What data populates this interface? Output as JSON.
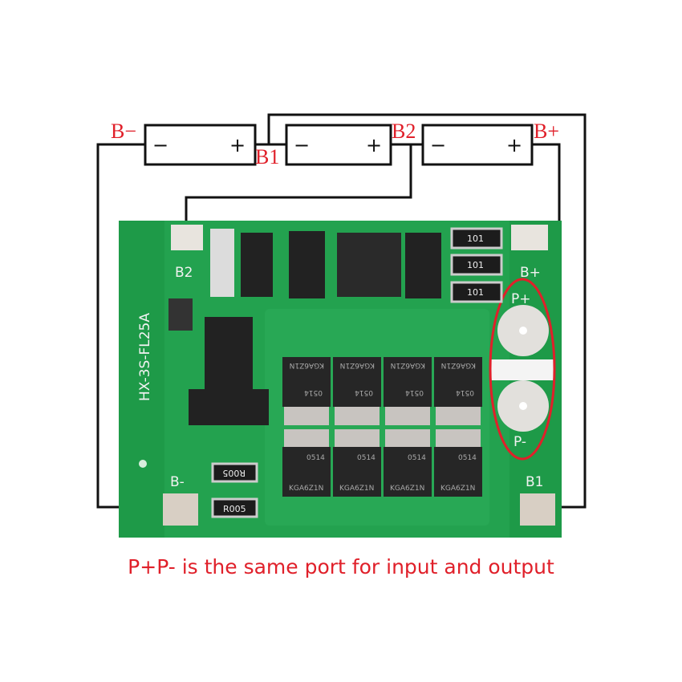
{
  "batteries": [
    {
      "neg": "−",
      "pos": "+"
    },
    {
      "neg": "−",
      "pos": "+"
    },
    {
      "neg": "−",
      "pos": "+"
    }
  ],
  "wire_labels": {
    "b_minus": "B−",
    "b1": "B1",
    "b2": "B2",
    "b_plus": "B+"
  },
  "board": {
    "model": "HX-3S-FL25A",
    "pads": {
      "b2": "B2",
      "b_plus": "B+",
      "p_plus": "P+",
      "p_minus": "P-",
      "b_minus": "B-",
      "b1": "B1"
    },
    "resistor_codes": [
      "101",
      "101",
      "101"
    ],
    "shunt_codes": [
      "R005",
      "R005"
    ],
    "mosfet_marking": "KGA6Z1N",
    "mosfet_date": "0514",
    "colors": {
      "pcb": "#1e9a48",
      "wire": "#111111",
      "highlight": "#e0202a"
    }
  },
  "caption": "P+P- is the same port for input and output"
}
